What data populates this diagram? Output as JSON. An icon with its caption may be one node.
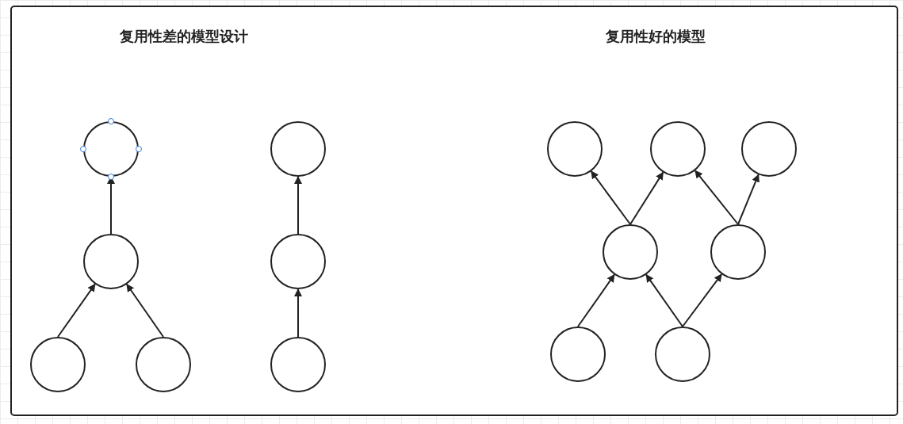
{
  "diagram": {
    "nodes": [
      {
        "text": [],
        "shape": "circle"
      },
      {
        "text": [],
        "shape": "circle"
      },
      {
        "text": [],
        "shape": "circle"
      },
      {
        "text": [],
        "shape": "circle"
      },
      {
        "text": [],
        "shape": "circle"
      },
      {
        "text": [],
        "shape": "circle"
      },
      {
        "text": [],
        "shape": "circle"
      },
      {
        "text": [],
        "shape": "circle"
      },
      {
        "text": [],
        "shape": "circle"
      },
      {
        "text": [],
        "shape": "circle"
      },
      {
        "text": [],
        "shape": "circle"
      },
      {
        "text": [],
        "shape": "circle"
      },
      {
        "text": [],
        "shape": "circle"
      },
      {
        "text": [],
        "shape": "circle"
      }
    ],
    "edges": [
      {
        "from": 9,
        "to": 5,
        "arrow": "to"
      },
      {
        "from": 10,
        "to": 5,
        "arrow": "to"
      },
      {
        "from": 5,
        "to": 0,
        "arrow": "to"
      },
      {
        "from": 11,
        "to": 6,
        "arrow": "to"
      },
      {
        "from": 6,
        "to": 1,
        "arrow": "to"
      },
      {
        "from": 7,
        "to": 2,
        "arrow": "to"
      },
      {
        "from": 7,
        "to": 3,
        "arrow": "to"
      },
      {
        "from": 8,
        "to": 3,
        "arrow": "to"
      },
      {
        "from": 8,
        "to": 4,
        "arrow": "to"
      },
      {
        "from": 12,
        "to": 7,
        "arrow": "to"
      },
      {
        "from": 13,
        "to": 7,
        "arrow": "to"
      },
      {
        "from": 13,
        "to": 8,
        "arrow": "to"
      }
    ],
    "labels": [
      "复用性差的模型设计",
      "复用性好的模型"
    ]
  }
}
